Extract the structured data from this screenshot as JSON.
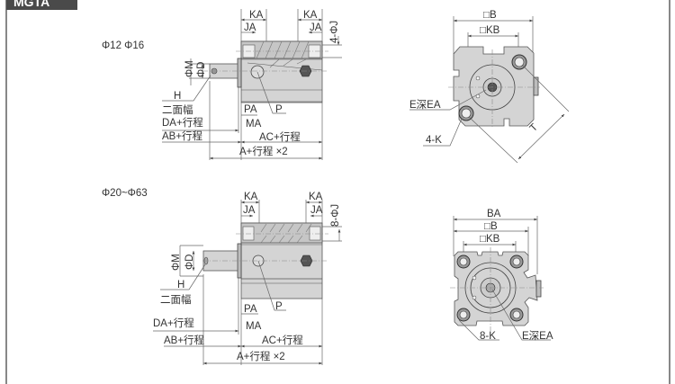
{
  "header": {
    "label": "MGTA"
  },
  "top_drawing": {
    "title": "Φ12 Φ16",
    "labels": {
      "ka_left": "KA",
      "ja_left": "JA",
      "ka_right": "KA",
      "ja_right": "JA",
      "phi_j": "4-ΦJ",
      "phi_m": "ΦM",
      "phi_d": "ΦD",
      "h": "H",
      "width_across_flats": "二面幅",
      "pa": "PA",
      "p": "P",
      "da": "DA+行程",
      "ma": "MA",
      "ab": "AB+行程",
      "ac": "AC+行程",
      "a": "A+行程 ×2"
    },
    "front": {
      "b": "□B",
      "kb": "□KB",
      "e": "E深EA",
      "k": "4-K",
      "t": "T"
    }
  },
  "bottom_drawing": {
    "title": "Φ20~Φ63",
    "labels": {
      "ka_left": "KA",
      "ja_left": "JA",
      "ka_right": "KA",
      "ja_right": "JA",
      "phi_j": "8-ΦJ",
      "phi_m": "ΦM",
      "phi_d": "ΦD",
      "h": "H",
      "width_across_flats": "二面幅",
      "pa": "PA",
      "p": "P",
      "da": "DA+行程",
      "ma": "MA",
      "ab": "AB+行程",
      "ac": "AC+行程",
      "a": "A+行程 ×2"
    },
    "front": {
      "ba": "BA",
      "b": "□B",
      "kb": "□KB",
      "k": "8-K",
      "e": "E深EA"
    }
  }
}
